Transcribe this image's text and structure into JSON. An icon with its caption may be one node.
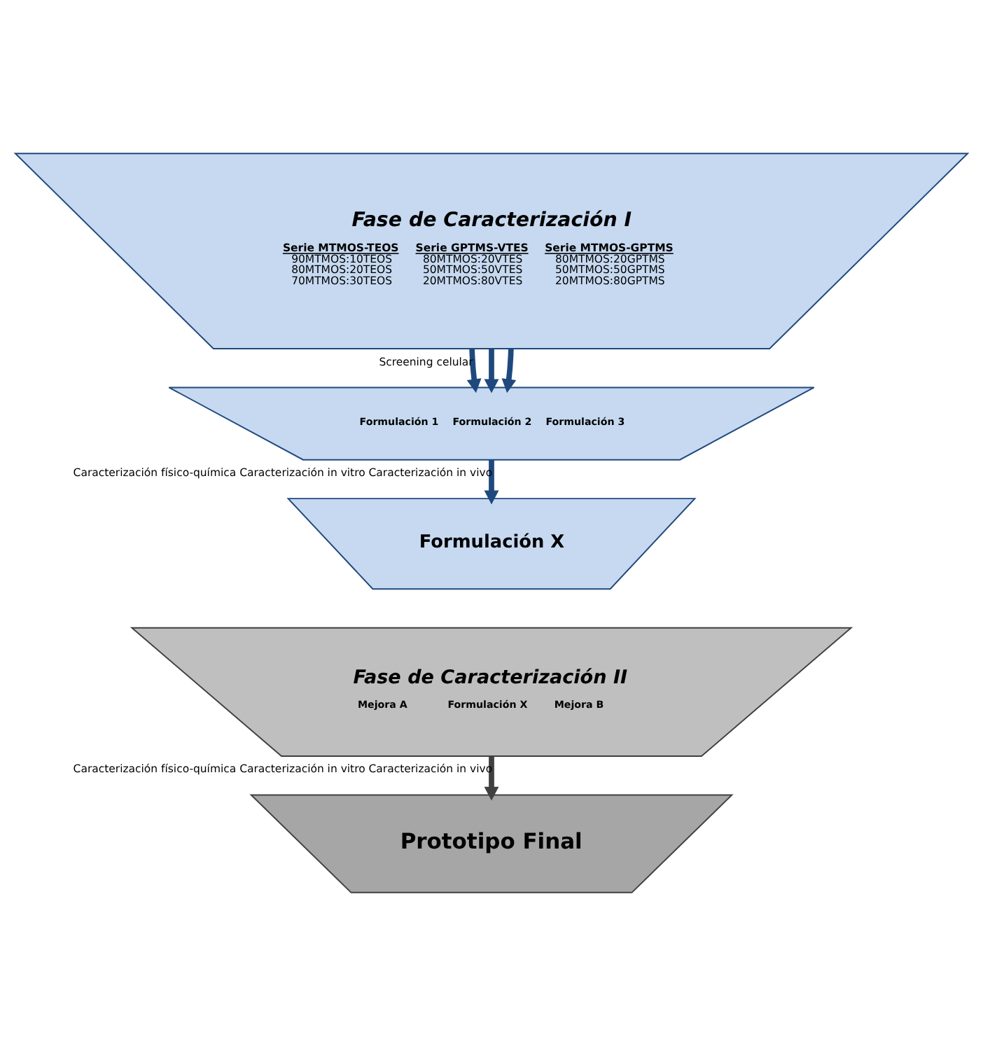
{
  "diagram": {
    "nodes": [
      {
        "text": [
          "Fase de Caracterización I",
          "Serie MTMOS-TEOS",
          "90MTMOS:10TEOS 80MTMOS:20TEOS 70MTMOS:30TEOS",
          "Serie GPTMS-VTES",
          "80MTMOS:20VTES 50MTMOS:50VTES 20MTMOS:80VTES",
          "Serie MTMOS-GPTMS",
          "80MTMOS:20GPTMS 50MTMOS:50GPTMS 20MTMOS:80GPTMS"
        ]
      },
      {
        "text": [
          "Formulación 1",
          "Formulación 2",
          "Formulación 3"
        ]
      },
      {
        "text": [
          "Formulación X"
        ]
      },
      {
        "text": [
          "Fase de Caracterización II",
          "Mejora A",
          "Formulación X",
          "Mejora B"
        ]
      },
      {
        "text": [
          "Prototipo Final"
        ]
      }
    ],
    "edges": [
      {
        "from": 0,
        "to": 1,
        "arrow": "to",
        "label": "Screening celular"
      },
      {
        "from": 0,
        "to": 1,
        "arrow": "to"
      },
      {
        "from": 0,
        "to": 1,
        "arrow": "to"
      },
      {
        "from": 1,
        "to": 2,
        "arrow": "to",
        "label": "Caracterización físico-química Caracterización in vitro Caracterización in vivo"
      },
      {
        "from": 3,
        "to": 4,
        "arrow": "to",
        "label": "Caracterización físico-química Caracterización in vitro Caracterización in vivo",
        "color": "#404040"
      }
    ]
  }
}
